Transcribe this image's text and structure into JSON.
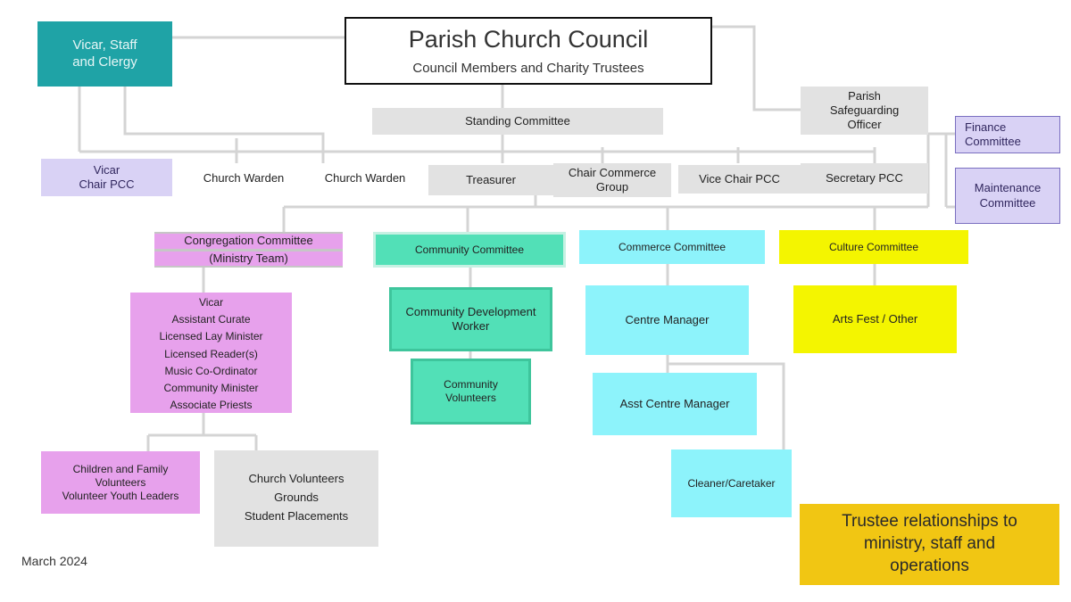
{
  "council": {
    "title": "Parish Church Council",
    "subtitle": "Council Members and Charity Trustees"
  },
  "ministry": {
    "line1": "Vicar, Staff",
    "line2": "and Clergy"
  },
  "standing_committee": "Standing Committee",
  "safeguarding": {
    "line1": "Parish",
    "line2": "Safeguarding",
    "line3": "Officer"
  },
  "finance": {
    "line1": "Finance",
    "line2": "Committee"
  },
  "maintenance": {
    "line1": "Maintenance",
    "line2": "Committee"
  },
  "vice_chair_pcc": {
    "line1": "Vicar",
    "line2": "Chair PCC"
  },
  "officers": [
    "Church Warden",
    "Church Warden",
    "Treasurer",
    "Chair Commerce Group",
    "Vice Chair PCC",
    "Secretary PCC"
  ],
  "congregation": {
    "title": "Congregation Committee",
    "subtitle": "(Ministry Team)",
    "tab": ""
  },
  "ministry_team": [
    "Vicar",
    "Assistant Curate",
    "Licensed Lay Minister",
    "Licensed Reader(s)",
    "Music Co-Ordinator",
    "Community Minister",
    "Associate Priests"
  ],
  "children": {
    "line1": "Children and Family",
    "line2": "Volunteers",
    "line3": "Volunteer Youth Leaders"
  },
  "church_volunteers": {
    "line1": "Church Volunteers",
    "line2": "Grounds",
    "line3": "Student Placements"
  },
  "community_committee": "Community Committee",
  "community_worker": {
    "line1": "Community Development",
    "line2": "Worker"
  },
  "community_sub": {
    "line1": "Community",
    "line2": "Volunteers"
  },
  "commerce_committee": "Commerce Committee",
  "centre_manager": "Centre Manager",
  "asst_centre_manager": "Asst Centre Manager",
  "cleaner": "Cleaner/Caretaker",
  "culture_committee": "Culture Committee",
  "arts_fest": "Arts Fest / Other",
  "footer_date": "March 2024",
  "trustee_note": {
    "line1": "Trustee relationships to",
    "line2": "ministry, staff and",
    "line3": "operations"
  },
  "colors": {
    "teal": "#1fa3a6",
    "lilac": "#d9d2f5",
    "pink": "#e7a1ec",
    "mint": "#52e0b7",
    "cyan": "#8df3fb",
    "yellow": "#f4f500",
    "gold": "#f1c613",
    "grey": "#e2e2e2"
  }
}
